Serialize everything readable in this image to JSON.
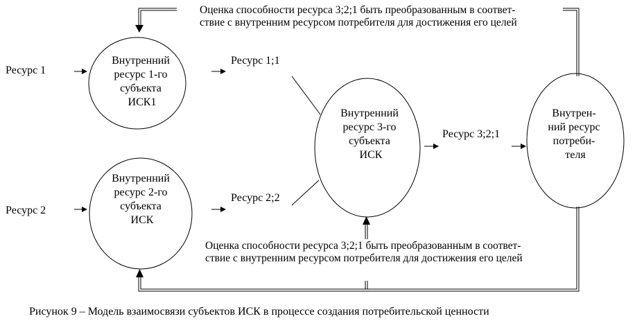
{
  "inputs": {
    "resource1": "Ресурс 1",
    "resource2": "Ресурс 2"
  },
  "subject1": {
    "lines": [
      "Внутренний",
      "ресурс 1-го",
      "субъекта",
      "ИСК1"
    ]
  },
  "subject2": {
    "lines": [
      "Внутренний",
      "ресурс 2-го",
      "субъекта",
      "ИСК"
    ]
  },
  "subject3": {
    "lines": [
      "Внутренний",
      "ресурс 3-го",
      "субъекта",
      "ИСК"
    ]
  },
  "consumer": {
    "lines": [
      "Внутрен-",
      "ний ресурс",
      "потреби-",
      "теля"
    ]
  },
  "flows": {
    "r11": "Ресурс 1;1",
    "r22": "Ресурс 2;2",
    "r321": "Ресурс 3;2;1"
  },
  "feedback_top": {
    "lines": [
      "Оценка способности ресурса 3;2;1 быть преобразованным в соответ-",
      "ствие с внутренним ресурсом потребителя для достижения его целей"
    ]
  },
  "feedback_bottom": {
    "lines": [
      "Оценка способности ресурса 3;2;1 быть преобразованным в соответ-",
      "ствие с внутренним ресурсом потребителя для достижения его целей"
    ]
  },
  "caption": "Рисунок 9 – Модель взаимосвязи субъектов ИСК в процессе создания потребительской ценности"
}
